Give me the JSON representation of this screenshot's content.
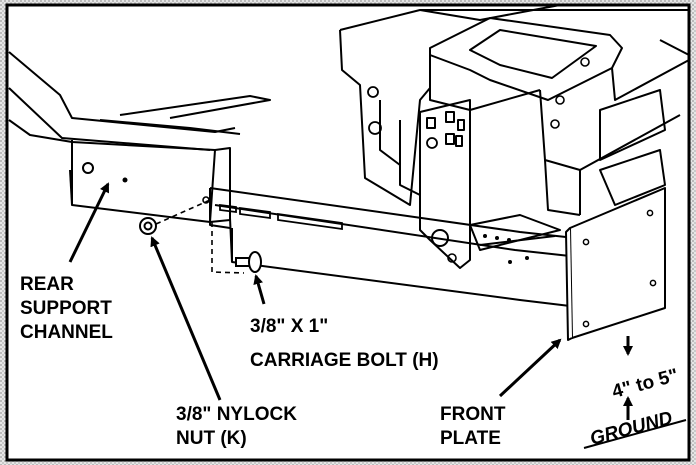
{
  "labels": {
    "rear_support": [
      "REAR",
      "SUPPORT",
      "CHANNEL"
    ],
    "carriage_bolt": [
      "3/8\" X 1\"",
      "CARRIAGE BOLT (H)"
    ],
    "nylock_nut": [
      "3/8\" NYLOCK",
      "NUT (K)"
    ],
    "front_plate": [
      "FRONT",
      "PLATE"
    ],
    "measurement": "4\" to 5\"",
    "ground": "GROUND"
  },
  "colors": {
    "frame": "#000000",
    "background": "#ffffff",
    "border_texture": "#d8d8d8"
  }
}
